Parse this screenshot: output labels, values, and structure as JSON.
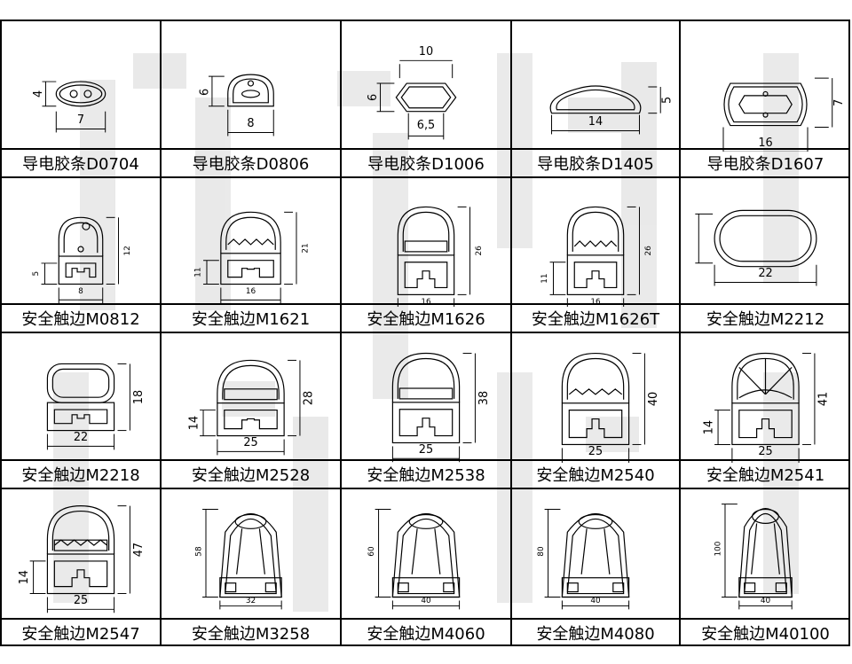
{
  "rows": [
    [
      {
        "label": "导电胶条D0704",
        "dims": [
          "4",
          "7"
        ]
      },
      {
        "label": "导电胶条D0806",
        "dims": [
          "6",
          "8"
        ]
      },
      {
        "label": "导电胶条D1006",
        "dims": [
          "10",
          "6",
          "6,5"
        ]
      },
      {
        "label": "导电胶条D1405",
        "dims": [
          "5",
          "14"
        ]
      },
      {
        "label": "导电胶条D1607",
        "dims": [
          "7",
          "16"
        ]
      }
    ],
    [
      {
        "label": "安全触边M0812",
        "dims": [
          "12",
          "5",
          "8"
        ]
      },
      {
        "label": "安全触边M1621",
        "dims": [
          "21",
          "11",
          "16"
        ]
      },
      {
        "label": "安全触边M1626",
        "dims": [
          "26",
          "16"
        ]
      },
      {
        "label": "安全触边M1626T",
        "dims": [
          "26",
          "11",
          "16"
        ]
      },
      {
        "label": "安全触边M2212",
        "dims": [
          "22"
        ]
      }
    ],
    [
      {
        "label": "安全触边M2218",
        "dims": [
          "18",
          "22"
        ]
      },
      {
        "label": "安全触边M2528",
        "dims": [
          "28",
          "14",
          "25"
        ]
      },
      {
        "label": "安全触边M2538",
        "dims": [
          "38",
          "25"
        ]
      },
      {
        "label": "安全触边M2540",
        "dims": [
          "40",
          "25"
        ]
      },
      {
        "label": "安全触边M2541",
        "dims": [
          "41",
          "14",
          "25"
        ]
      }
    ],
    [
      {
        "label": "安全触边M2547",
        "dims": [
          "47",
          "14",
          "25"
        ]
      },
      {
        "label": "安全触边M3258",
        "dims": [
          "58",
          "32"
        ]
      },
      {
        "label": "安全触边M4060",
        "dims": [
          "60",
          "40"
        ]
      },
      {
        "label": "安全触边M4080",
        "dims": [
          "80",
          "40"
        ]
      },
      {
        "label": "安全触边M40100",
        "dims": [
          "100",
          "40"
        ]
      }
    ]
  ]
}
